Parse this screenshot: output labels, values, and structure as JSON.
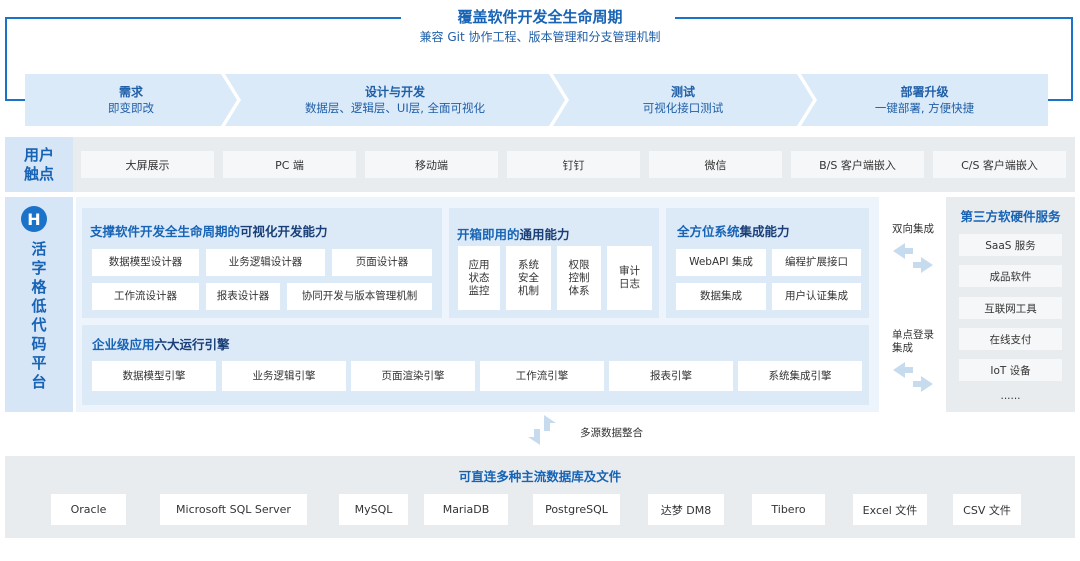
{
  "lifecycle": {
    "title": "覆盖软件开发全生命周期",
    "subtitle": "兼容 Git 协作工程、版本管理和分支管理机制",
    "phases": [
      {
        "title": "需求",
        "desc": "即变即改"
      },
      {
        "title": "设计与开发",
        "desc": "数据层、逻辑层、UI层, 全面可视化"
      },
      {
        "title": "测试",
        "desc": "可视化接口测试"
      },
      {
        "title": "部署升级",
        "desc": "一键部署, 方便快捷"
      }
    ]
  },
  "touchpoints": {
    "label_line1": "用户",
    "label_line2": "触点",
    "items": [
      "大屏展示",
      "PC 端",
      "移动端",
      "钉钉",
      "微信",
      "B/S 客户端嵌入",
      "C/S 客户端嵌入"
    ]
  },
  "platform": {
    "logo_letter": "H",
    "name_chars": [
      "活",
      "字",
      "格",
      "低",
      "代",
      "码",
      "平",
      "台"
    ],
    "visual_dev": {
      "title_prefix": "支撑软件开发全生命周期的",
      "title_emph": "可视化开发能力",
      "cells": [
        "数据模型设计器",
        "业务逻辑设计器",
        "页面设计器",
        "工作流设计器",
        "报表设计器",
        "协同开发与版本管理机制"
      ]
    },
    "general": {
      "title_prefix": "开箱即用的",
      "title_emph": "通用能力",
      "cells": [
        [
          "应用",
          "状态",
          "监控"
        ],
        [
          "系统",
          "安全",
          "机制"
        ],
        [
          "权限",
          "控制",
          "体系"
        ],
        [
          "审计",
          "日志"
        ]
      ]
    },
    "integration": {
      "title_prefix": "全方位系统",
      "title_emph": "集成能力",
      "cells": [
        "WebAPI 集成",
        "编程扩展接口",
        "数据集成",
        "用户认证集成"
      ]
    },
    "engines": {
      "title_prefix": "企业级应用",
      "title_emph": "六大运行引擎",
      "cells": [
        "数据模型引擎",
        "业务逻辑引擎",
        "页面渲染引擎",
        "工作流引擎",
        "报表引擎",
        "系统集成引擎"
      ]
    }
  },
  "integration_links": {
    "bidirectional": "双向集成",
    "sso_line1": "单点登录",
    "sso_line2": "集成"
  },
  "third_party": {
    "title": "第三方软硬件服务",
    "items": [
      "SaaS 服务",
      "成品软件",
      "互联网工具",
      "在线支付",
      "IoT 设备",
      "......"
    ]
  },
  "data_integration": {
    "label": "多源数据整合"
  },
  "databases": {
    "title": "可直连多种主流数据库及文件",
    "items": [
      "Oracle",
      "Microsoft SQL Server",
      "MySQL",
      "MariaDB",
      "PostgreSQL",
      "达梦 DM8",
      "Tibero",
      "Excel 文件",
      "CSV 文件"
    ]
  }
}
